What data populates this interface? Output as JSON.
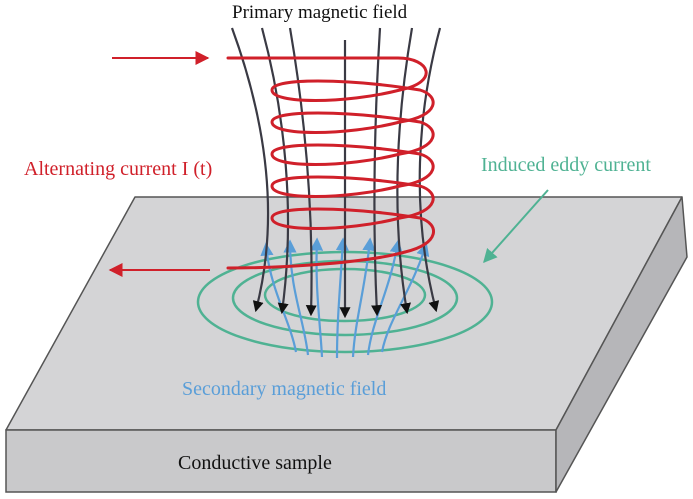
{
  "labels": {
    "primary_field": "Primary magnetic field",
    "alternating_current": "Alternating current I (t)",
    "induced_eddy": "Induced eddy current",
    "secondary_field": "Secondary magnetic field",
    "sample": "Conductive sample"
  },
  "colors": {
    "coil": "#d0202a",
    "primary_field_lines": "#3a3a44",
    "eddy_current": "#4fb293",
    "secondary_field_lines": "#5a9ed8",
    "sample_top": "#d4d4d6",
    "sample_side": "#bdbdc0",
    "text_dark": "#111111"
  },
  "icons": {
    "current_in_arrow": "arrow-right",
    "current_out_arrow": "arrow-left",
    "eddy_pointer_arrow": "arrow-down-left"
  }
}
